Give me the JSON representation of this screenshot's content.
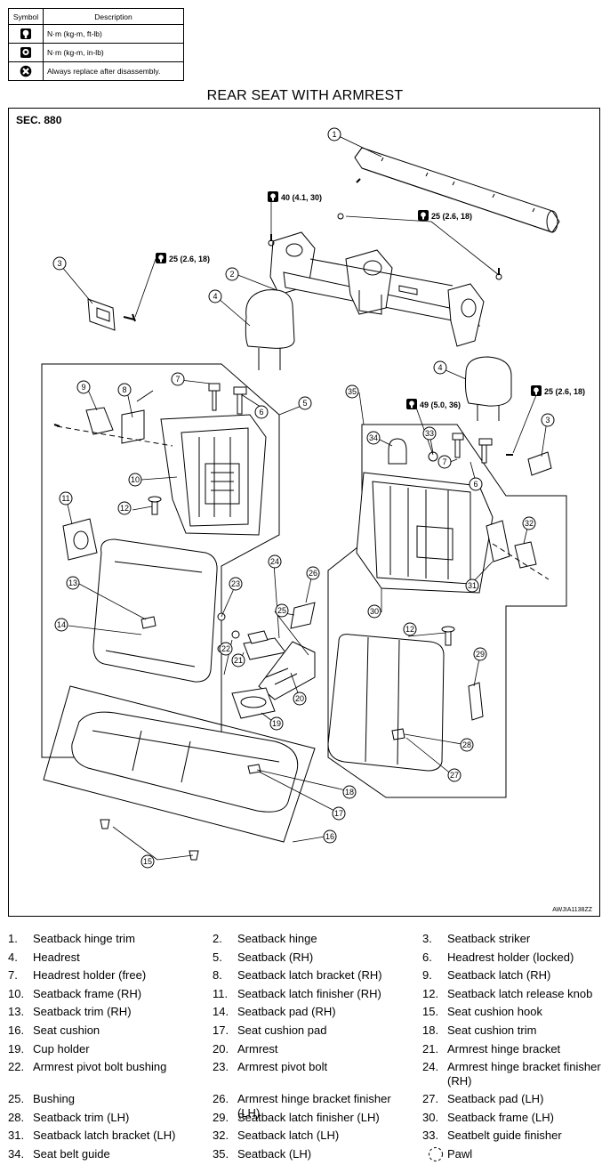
{
  "symbol_table": {
    "headers": [
      "Symbol",
      "Description"
    ],
    "rows": [
      {
        "icon": "torque-wrench-icon",
        "description": "N·m (kg-m, ft-lb)"
      },
      {
        "icon": "torque-wrench-small-icon",
        "description": "N·m (kg-m, in-lb)"
      },
      {
        "icon": "always-replace-icon",
        "description": "Always replace after disassembly."
      }
    ]
  },
  "title": "REAR SEAT WITH ARMREST",
  "section": "SEC. 880",
  "image_id": "AWJIA1138ZZ",
  "torques": {
    "t1": "40 (4.1, 30)",
    "t2": "25 (2.6, 18)",
    "t3": "25 (2.6, 18)",
    "t4": "25 (2.6, 18)",
    "t5": "49 (5.0, 36)"
  },
  "callouts": [
    "1",
    "2",
    "3",
    "3",
    "4",
    "4",
    "5",
    "6",
    "6",
    "7",
    "7",
    "8",
    "9",
    "10",
    "11",
    "12",
    "12",
    "13",
    "14",
    "15",
    "16",
    "17",
    "18",
    "19",
    "20",
    "21",
    "22",
    "23",
    "24",
    "25",
    "26",
    "27",
    "28",
    "29",
    "30",
    "31",
    "32",
    "33",
    "34",
    "35"
  ],
  "legend": [
    [
      {
        "n": "1.",
        "t": "Seatback hinge trim"
      },
      {
        "n": "2.",
        "t": "Seatback hinge"
      },
      {
        "n": "3.",
        "t": "Seatback striker"
      }
    ],
    [
      {
        "n": "4.",
        "t": "Headrest"
      },
      {
        "n": "5.",
        "t": "Seatback (RH)"
      },
      {
        "n": "6.",
        "t": "Headrest holder (locked)"
      }
    ],
    [
      {
        "n": "7.",
        "t": "Headrest holder (free)"
      },
      {
        "n": "8.",
        "t": "Seatback latch bracket (RH)"
      },
      {
        "n": "9.",
        "t": "Seatback latch (RH)"
      }
    ],
    [
      {
        "n": "10.",
        "t": "Seatback frame (RH)"
      },
      {
        "n": "11.",
        "t": "Seatback latch finisher (RH)"
      },
      {
        "n": "12.",
        "t": "Seatback latch release knob"
      }
    ],
    [
      {
        "n": "13.",
        "t": "Seatback trim (RH)"
      },
      {
        "n": "14.",
        "t": "Seatback pad (RH)"
      },
      {
        "n": "15.",
        "t": "Seat cushion hook"
      }
    ],
    [
      {
        "n": "16.",
        "t": "Seat cushion"
      },
      {
        "n": "17.",
        "t": "Seat cushion pad"
      },
      {
        "n": "18.",
        "t": "Seat cushion trim"
      }
    ],
    [
      {
        "n": "19.",
        "t": "Cup holder"
      },
      {
        "n": "20.",
        "t": "Armrest"
      },
      {
        "n": "21.",
        "t": "Armrest hinge bracket"
      }
    ],
    [
      {
        "n": "22.",
        "t": "Armrest pivot bolt bushing"
      },
      {
        "n": "23.",
        "t": "Armrest pivot bolt"
      },
      {
        "n": "24.",
        "t": "Armrest hinge bracket finisher (RH)"
      }
    ],
    [
      {
        "n": "25.",
        "t": "Bushing"
      },
      {
        "n": "26.",
        "t": "Armrest hinge bracket finisher (LH)"
      },
      {
        "n": "27.",
        "t": "Seatback pad (LH)"
      }
    ],
    [
      {
        "n": "28.",
        "t": "Seatback trim (LH)"
      },
      {
        "n": "29.",
        "t": "Seatback latch finisher (LH)"
      },
      {
        "n": "30.",
        "t": "Seatback frame (LH)"
      }
    ],
    [
      {
        "n": "31.",
        "t": "Seatback latch bracket (LH)"
      },
      {
        "n": "32.",
        "t": "Seatback latch (LH)"
      },
      {
        "n": "33.",
        "t": "Seatbelt guide finisher"
      }
    ],
    [
      {
        "n": "34.",
        "t": "Seat belt guide"
      },
      {
        "n": "35.",
        "t": "Seatback (LH)"
      },
      {
        "n": "",
        "t": "Pawl"
      }
    ]
  ]
}
